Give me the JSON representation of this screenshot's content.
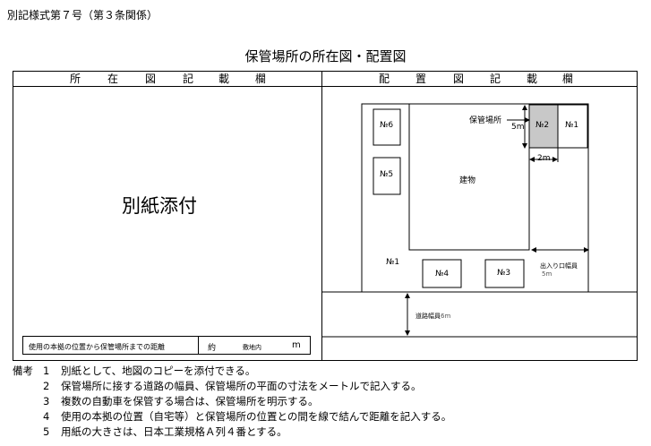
{
  "form_number": "別記様式第７号（第３条関係）",
  "title": "保管場所の所在図・配置図",
  "left_column": {
    "header_chars": [
      "所",
      "在",
      "図",
      "記",
      "載",
      "欄"
    ],
    "attachment_text": "別紙添付",
    "distance_label": "使用の本拠の位置から保管場所までの距離",
    "distance_prefix": "約",
    "distance_middle": "敷地内",
    "distance_unit": "m"
  },
  "right_column": {
    "header_chars": [
      "配",
      "置",
      "図",
      "記",
      "載",
      "欄"
    ],
    "diagram": {
      "parking_label": "保管場所",
      "building_label": "建物",
      "slot_no6": "№6",
      "slot_no5": "№5",
      "slot_no2": "№2",
      "slot_no1_right": "№1",
      "slot_no1_left": "№1",
      "slot_no4": "№4",
      "slot_no3": "№3",
      "depth_dim": "5m",
      "width_dim": "2m",
      "entrance_label": "出入り口幅員",
      "entrance_dim": "5m",
      "road_label": "道路幅員",
      "road_dim": "6m",
      "highlight_color": "#c8c8c8"
    }
  },
  "notes": {
    "heading": "備考",
    "items": [
      {
        "num": "1",
        "text": "別紙として、地図のコピーを添付できる。"
      },
      {
        "num": "2",
        "text": "保管場所に接する道路の幅員、保管場所の平面の寸法をメートルで記入する。"
      },
      {
        "num": "3",
        "text": "複数の自動車を保管する場合は、保管場所を明示する。"
      },
      {
        "num": "4",
        "text": "使用の本拠の位置（自宅等）と保管場所の位置との間を線で結んで距離を記入する。"
      },
      {
        "num": "5",
        "text": "用紙の大きさは、日本工業規格Ａ列４番とする。"
      }
    ]
  }
}
